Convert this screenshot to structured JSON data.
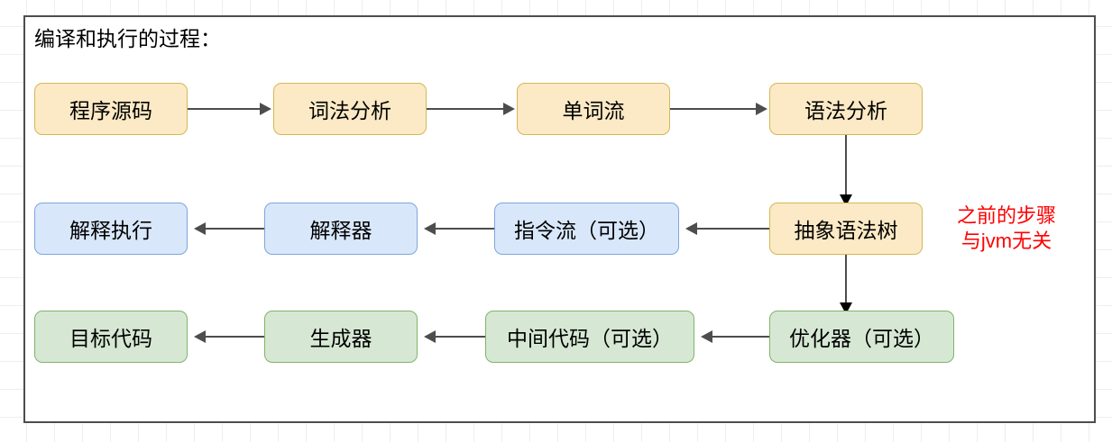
{
  "diagram": {
    "title": "编译和执行的过程：",
    "annotation": "之前的步骤\n与jvm无关",
    "annotation_color": "#ff0000",
    "palette": {
      "yellow_fill": "#fbeac5",
      "yellow_border": "#d6b656",
      "blue_fill": "#d9e7fb",
      "blue_border": "#7ea6dc",
      "green_fill": "#d6e8d4",
      "green_border": "#82b366",
      "edge": "#4d4d4d",
      "panel_border": "#4d4d4d",
      "grid": "#e9eff4"
    },
    "rows": [
      {
        "name": "frontend-row",
        "color": "yellow",
        "nodes": [
          {
            "label": "程序源码"
          },
          {
            "label": "词法分析"
          },
          {
            "label": "单词流"
          },
          {
            "label": "语法分析"
          }
        ]
      },
      {
        "name": "interpret-row",
        "color": "blue",
        "nodes": [
          {
            "label": "解释执行"
          },
          {
            "label": "解释器"
          },
          {
            "label": "指令流（可选）"
          },
          {
            "label": "抽象语法树",
            "color": "yellow"
          }
        ]
      },
      {
        "name": "compile-row",
        "color": "green",
        "nodes": [
          {
            "label": "目标代码"
          },
          {
            "label": "生成器"
          },
          {
            "label": "中间代码（可选）"
          },
          {
            "label": "优化器（可选）"
          }
        ]
      }
    ]
  }
}
